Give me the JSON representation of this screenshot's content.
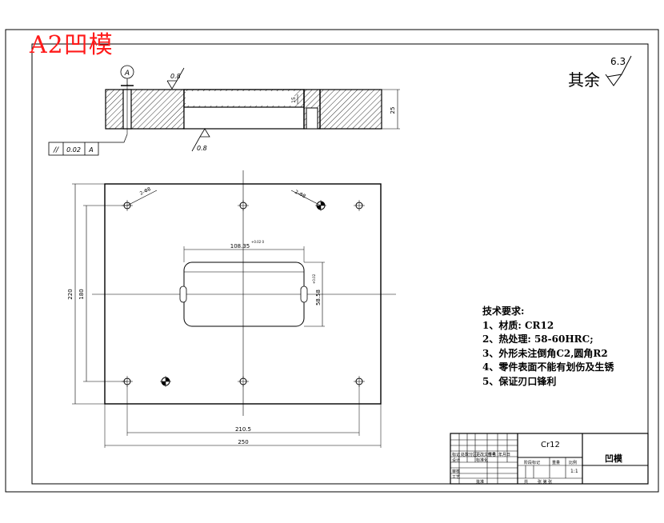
{
  "title_corner": "A2凹模",
  "roughness": {
    "label": "其余",
    "value": "6.3"
  },
  "section_view": {
    "datum_label": "A",
    "surface_top": "0.8",
    "surface_bottom": "0.8",
    "tolerance_frame": {
      "symbol": "//",
      "value": "0.02",
      "datum": "A"
    },
    "dim_small": "15",
    "dim_right": "25"
  },
  "plan_view": {
    "dim_width_total": "250",
    "dim_hole_span": "210.5",
    "dim_height_total": "220",
    "dim_hole_span_v": "180",
    "dim_opening_w": "108.35",
    "dim_opening_w_tol": "+0.02\n0",
    "dim_opening_h": "58.58",
    "dim_opening_h_tol": "+0.02",
    "hole_note_left": "2-Φ8",
    "hole_note_right": "2-Φ8"
  },
  "tech_requirements": {
    "heading": "技术要求:",
    "items": [
      "1、材质: CR12",
      "2、热处理: 58-60HRC;",
      "3、外形未注倒角C2,圆角R2",
      "4、零件表面不能有划伤及生锈",
      "5、保证刃口锋利"
    ]
  },
  "title_block": {
    "material": "Cr12",
    "part_name": "凹模",
    "scale": "1:1",
    "labels": {
      "mark": "标记",
      "count": "处数",
      "zone": "分区",
      "change_no": "更改文件号",
      "sign": "签名",
      "date": "年月日",
      "design": "设计",
      "standard": "标准化",
      "review": "审核",
      "process": "工艺",
      "approve": "批准",
      "stage": "阶段标记",
      "weight": "重量",
      "scale_label": "比例",
      "sheet": "共",
      "page": "张 第 张"
    }
  }
}
